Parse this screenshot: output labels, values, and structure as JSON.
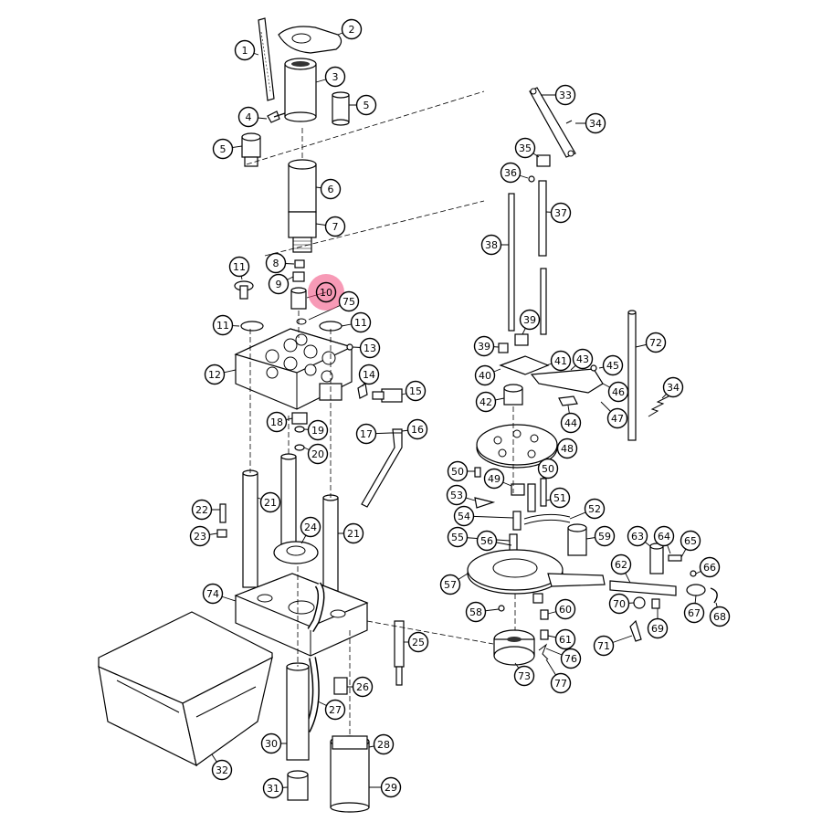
{
  "diagram": {
    "highlight_color": "#f0477a",
    "line_color": "#000000",
    "callouts": [
      {
        "id": "c1",
        "label": "1"
      },
      {
        "id": "c2",
        "label": "2"
      },
      {
        "id": "c3",
        "label": "3"
      },
      {
        "id": "c4",
        "label": "4"
      },
      {
        "id": "c5a",
        "label": "5"
      },
      {
        "id": "c5b",
        "label": "5"
      },
      {
        "id": "c6",
        "label": "6"
      },
      {
        "id": "c7",
        "label": "7"
      },
      {
        "id": "c8",
        "label": "8"
      },
      {
        "id": "c9",
        "label": "9"
      },
      {
        "id": "c10",
        "label": "10"
      },
      {
        "id": "c75",
        "label": "75"
      },
      {
        "id": "c11a",
        "label": "11"
      },
      {
        "id": "c11b",
        "label": "11"
      },
      {
        "id": "c11c",
        "label": "11"
      },
      {
        "id": "c12",
        "label": "12"
      },
      {
        "id": "c13",
        "label": "13"
      },
      {
        "id": "c14",
        "label": "14"
      },
      {
        "id": "c15",
        "label": "15"
      },
      {
        "id": "c16",
        "label": "16"
      },
      {
        "id": "c17",
        "label": "17"
      },
      {
        "id": "c18",
        "label": "18"
      },
      {
        "id": "c19",
        "label": "19"
      },
      {
        "id": "c20",
        "label": "20"
      },
      {
        "id": "c21a",
        "label": "21"
      },
      {
        "id": "c21b",
        "label": "21"
      },
      {
        "id": "c22",
        "label": "22"
      },
      {
        "id": "c23",
        "label": "23"
      },
      {
        "id": "c24",
        "label": "24"
      },
      {
        "id": "c25",
        "label": "25"
      },
      {
        "id": "c26",
        "label": "26"
      },
      {
        "id": "c27",
        "label": "27"
      },
      {
        "id": "c28",
        "label": "28"
      },
      {
        "id": "c29",
        "label": "29"
      },
      {
        "id": "c30",
        "label": "30"
      },
      {
        "id": "c31",
        "label": "31"
      },
      {
        "id": "c32",
        "label": "32"
      },
      {
        "id": "c74",
        "label": "74"
      },
      {
        "id": "c33",
        "label": "33"
      },
      {
        "id": "c34a",
        "label": "34"
      },
      {
        "id": "c34b",
        "label": "34"
      },
      {
        "id": "c35",
        "label": "35"
      },
      {
        "id": "c36",
        "label": "36"
      },
      {
        "id": "c37",
        "label": "37"
      },
      {
        "id": "c38",
        "label": "38"
      },
      {
        "id": "c39a",
        "label": "39"
      },
      {
        "id": "c39b",
        "label": "39"
      },
      {
        "id": "c40",
        "label": "40"
      },
      {
        "id": "c41",
        "label": "41"
      },
      {
        "id": "c42",
        "label": "42"
      },
      {
        "id": "c43",
        "label": "43"
      },
      {
        "id": "c44",
        "label": "44"
      },
      {
        "id": "c45",
        "label": "45"
      },
      {
        "id": "c46",
        "label": "46"
      },
      {
        "id": "c47",
        "label": "47"
      },
      {
        "id": "c48",
        "label": "48"
      },
      {
        "id": "c49",
        "label": "49"
      },
      {
        "id": "c50a",
        "label": "50"
      },
      {
        "id": "c50b",
        "label": "50"
      },
      {
        "id": "c51",
        "label": "51"
      },
      {
        "id": "c52",
        "label": "52"
      },
      {
        "id": "c53",
        "label": "53"
      },
      {
        "id": "c54",
        "label": "54"
      },
      {
        "id": "c55",
        "label": "55"
      },
      {
        "id": "c56",
        "label": "56"
      },
      {
        "id": "c57",
        "label": "57"
      },
      {
        "id": "c58",
        "label": "58"
      },
      {
        "id": "c59",
        "label": "59"
      },
      {
        "id": "c60",
        "label": "60"
      },
      {
        "id": "c61",
        "label": "61"
      },
      {
        "id": "c62",
        "label": "62"
      },
      {
        "id": "c63",
        "label": "63"
      },
      {
        "id": "c64",
        "label": "64"
      },
      {
        "id": "c65",
        "label": "65"
      },
      {
        "id": "c66",
        "label": "66"
      },
      {
        "id": "c67",
        "label": "67"
      },
      {
        "id": "c68",
        "label": "68"
      },
      {
        "id": "c69",
        "label": "69"
      },
      {
        "id": "c70",
        "label": "70"
      },
      {
        "id": "c71",
        "label": "71"
      },
      {
        "id": "c72",
        "label": "72"
      },
      {
        "id": "c73",
        "label": "73"
      },
      {
        "id": "c76",
        "label": "76"
      },
      {
        "id": "c77",
        "label": "77"
      }
    ],
    "highlighted_callout": "10"
  }
}
